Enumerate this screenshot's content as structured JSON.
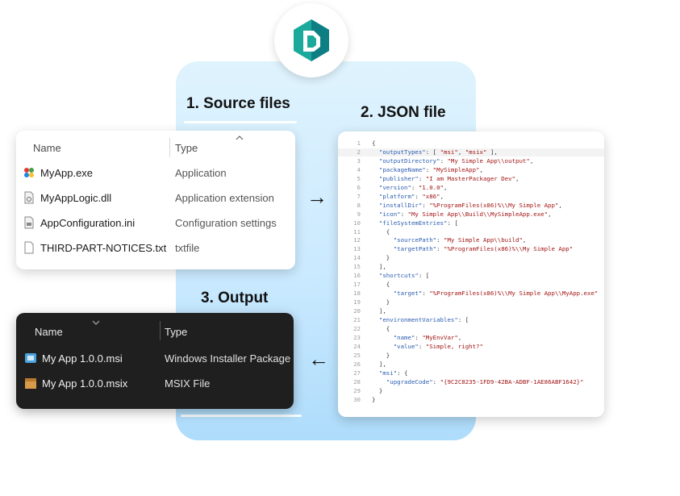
{
  "steps": {
    "one": "1. Source files",
    "two": "2. JSON file",
    "three": "3. Output"
  },
  "source_explorer": {
    "col_name": "Name",
    "col_type": "Type",
    "files": [
      {
        "name": "MyApp.exe",
        "type": "Application",
        "icon": "exe-icon"
      },
      {
        "name": "MyAppLogic.dll",
        "type": "Application extension",
        "icon": "dll-icon"
      },
      {
        "name": "AppConfiguration.ini",
        "type": "Configuration settings",
        "icon": "ini-icon"
      },
      {
        "name": "THIRD-PART-NOTICES.txt",
        "type": "txtfile",
        "icon": "txt-icon"
      }
    ]
  },
  "output_explorer": {
    "col_name": "Name",
    "col_type": "Type",
    "files": [
      {
        "name": "My App 1.0.0.msi",
        "type": "Windows Installer Package",
        "icon": "msi-icon"
      },
      {
        "name": "My App 1.0.0.msix",
        "type": "MSIX File",
        "icon": "msix-icon"
      }
    ]
  },
  "arrows": {
    "right": "→",
    "left": "←"
  },
  "code": [
    {
      "n": "1",
      "t": "{"
    },
    {
      "n": "2",
      "t": "  \"outputTypes\": [ \"msi\", \"msix\" ],"
    },
    {
      "n": "3",
      "t": "  \"outputDirectory\": \"My Simple App\\\\output\","
    },
    {
      "n": "4",
      "t": "  \"packageName\": \"MySimpleApp\","
    },
    {
      "n": "5",
      "t": "  \"publisher\": \"I am MasterPackager Dev\","
    },
    {
      "n": "6",
      "t": "  \"version\": \"1.0.0\","
    },
    {
      "n": "7",
      "t": "  \"platform\": \"x86\","
    },
    {
      "n": "8",
      "t": "  \"installDir\": \"%ProgramFiles(x86)%\\\\My Simple App\","
    },
    {
      "n": "9",
      "t": "  \"icon\": \"My Simple App\\\\Build\\\\MySimpleApp.exe\","
    },
    {
      "n": "10",
      "t": "  \"fileSystemEntries\": ["
    },
    {
      "n": "11",
      "t": "    {"
    },
    {
      "n": "12",
      "t": "      \"sourcePath\": \"My Simple App\\\\build\","
    },
    {
      "n": "13",
      "t": "      \"targetPath\": \"%ProgramFiles(x86)%\\\\My Simple App\""
    },
    {
      "n": "14",
      "t": "    }"
    },
    {
      "n": "15",
      "t": "  ],"
    },
    {
      "n": "16",
      "t": "  \"shortcuts\": ["
    },
    {
      "n": "17",
      "t": "    {"
    },
    {
      "n": "18",
      "t": "      \"target\": \"%ProgramFiles(x86)%\\\\My Simple App\\\\MyApp.exe\""
    },
    {
      "n": "19",
      "t": "    }"
    },
    {
      "n": "20",
      "t": "  ],"
    },
    {
      "n": "21",
      "t": "  \"environmentVariables\": ["
    },
    {
      "n": "22",
      "t": "    {"
    },
    {
      "n": "23",
      "t": "      \"name\": \"MyEnvVar\","
    },
    {
      "n": "24",
      "t": "      \"value\": \"Simple, right?\""
    },
    {
      "n": "25",
      "t": "    }"
    },
    {
      "n": "26",
      "t": "  ],"
    },
    {
      "n": "27",
      "t": "  \"msi\": {"
    },
    {
      "n": "28",
      "t": "    \"upgradeCode\": \"{9C2C8235-1FD9-42BA-ADBF-1AE86ABF1642}\""
    },
    {
      "n": "29",
      "t": "  }"
    },
    {
      "n": "30",
      "t": "}"
    }
  ],
  "colors": {
    "key": "#2a5db0",
    "string": "#a31515",
    "brand": "#1aa99a"
  }
}
